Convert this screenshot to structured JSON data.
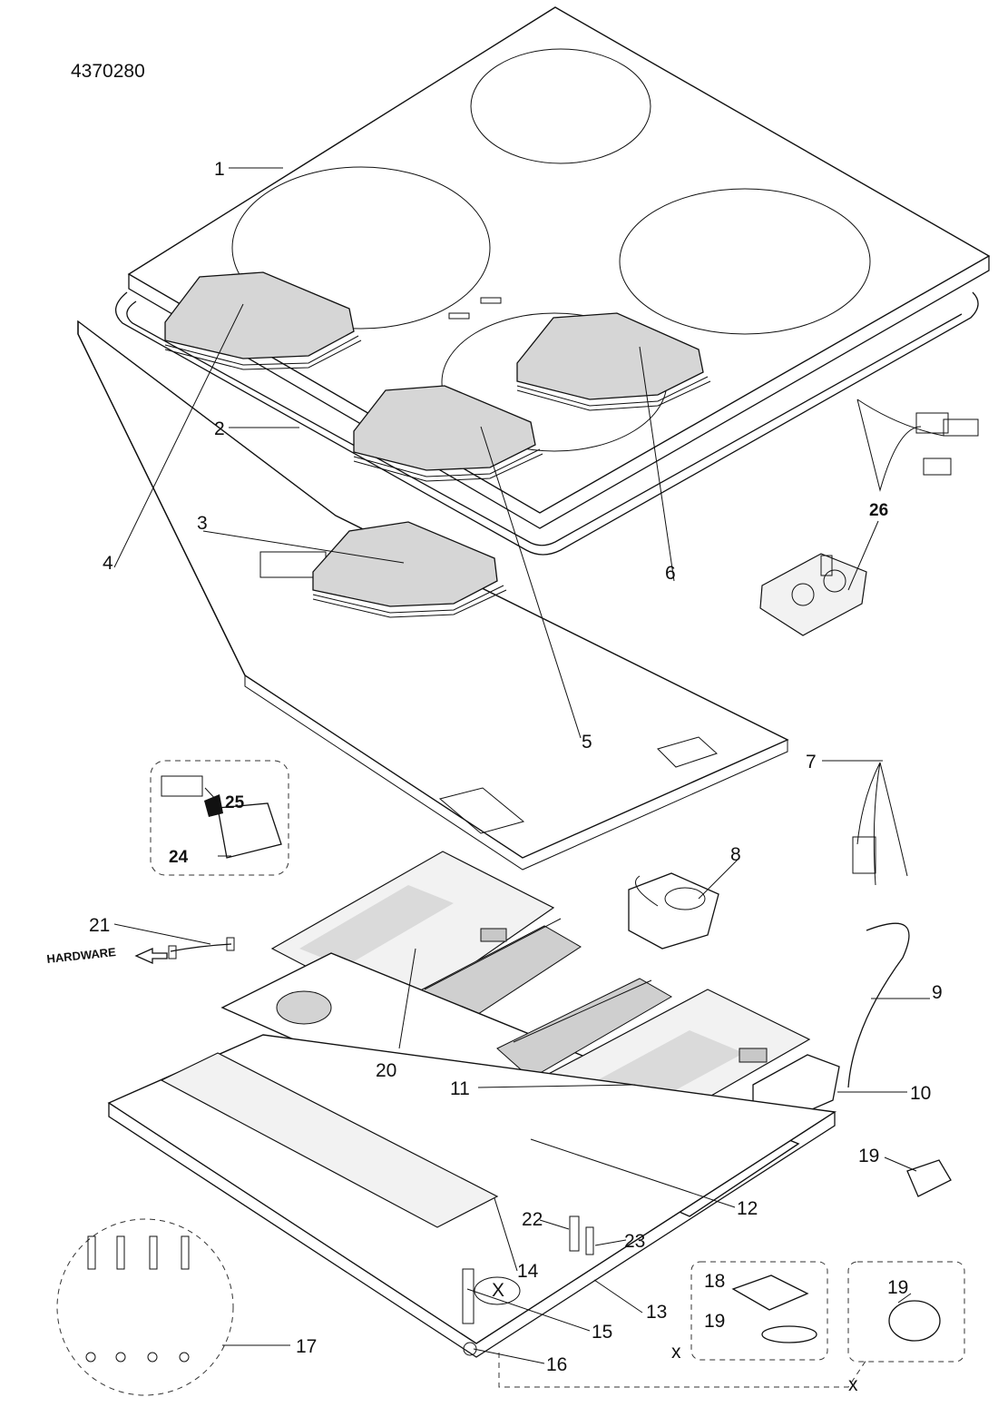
{
  "drawing_number": "4370280",
  "parts": {
    "p1": "1",
    "p2": "2",
    "p3": "3",
    "p4": "4",
    "p5": "5",
    "p6": "6",
    "p7": "7",
    "p8": "8",
    "p9": "9",
    "p10": "10",
    "p11": "11",
    "p12": "12",
    "p13": "13",
    "p14": "14",
    "p15": "15",
    "p16": "16",
    "p17": "17",
    "p18": "18",
    "p19a": "19",
    "p19b": "19",
    "p19c": "19",
    "p20": "20",
    "p21": "21",
    "p22": "22",
    "p23": "23",
    "p24": "24",
    "p25": "25",
    "p26": "26"
  },
  "hardware_label": "HARDWARE",
  "markers": {
    "x1": "X",
    "x2": "x",
    "x3": "x"
  }
}
